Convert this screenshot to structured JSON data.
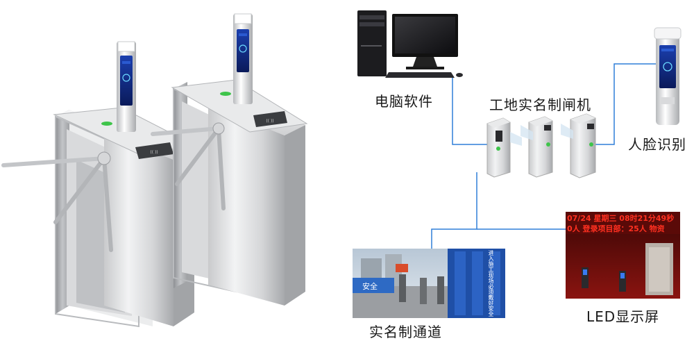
{
  "labels": {
    "computer": "电脑软件",
    "gate_system": "工地实名制闸机",
    "face_recognition": "人脸识别",
    "channel": "实名制通道",
    "led_screen": "LED显示屏"
  },
  "led": {
    "line1": "07/24 星期三 08时21分49秒",
    "line2": "0人 登录项目部：25人 物资"
  },
  "channel_photo": {
    "sign_text": "安全",
    "vertical_banner": "进入施工现场必须戴好安全"
  },
  "colors": {
    "connector": "#2f7fd8",
    "steel_light": "#e6e7e9",
    "steel_dark": "#9a9ca0",
    "led_red": "#ff2a1a",
    "led_bg": "#5a0a08"
  }
}
